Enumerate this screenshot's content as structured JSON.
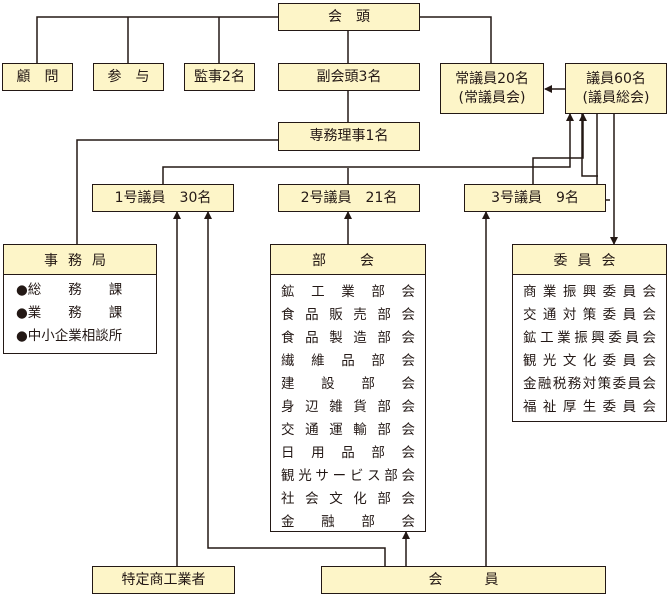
{
  "top": {
    "president": "会　頭",
    "advisor": "顧　問",
    "counselor": "参　与",
    "auditors": "監事2名",
    "vice_presidents": "副会頭3名",
    "standing_members": "常議員20名",
    "standing_council": "(常議員会)",
    "members_60": "議員60名",
    "general_council": "(議員総会)",
    "managing_director": "専務理事1名"
  },
  "tiers": {
    "tier1": "1号議員　30名",
    "tier2": "2号議員　21名",
    "tier3": "3号議員　9名"
  },
  "secretariat": {
    "title": "事務局",
    "items": [
      "●総　　務　　課",
      "●業　　務　　課",
      "●中小企業相談所"
    ]
  },
  "sections": {
    "title": "部　会",
    "items": [
      "鉱工業部会",
      "食品販売部会",
      "食品製造部会",
      "繊維品部会",
      "建設部会",
      "身辺雑貨部会",
      "交通運輸部会",
      "日用品部会",
      "観光サービス部会",
      "社会文化部会",
      "金融部会"
    ]
  },
  "committees": {
    "title": "委員会",
    "items": [
      "商業振興委員会",
      "交通対策委員会",
      "鉱工業振興委員会",
      "観光文化委員会",
      "金融税務対策委員会",
      "福祉厚生委員会"
    ]
  },
  "bottom": {
    "specified": "特定商工業者",
    "members": "会　　　員"
  },
  "colors": {
    "box_fill": "#fdf5c8",
    "line": "#231815"
  }
}
